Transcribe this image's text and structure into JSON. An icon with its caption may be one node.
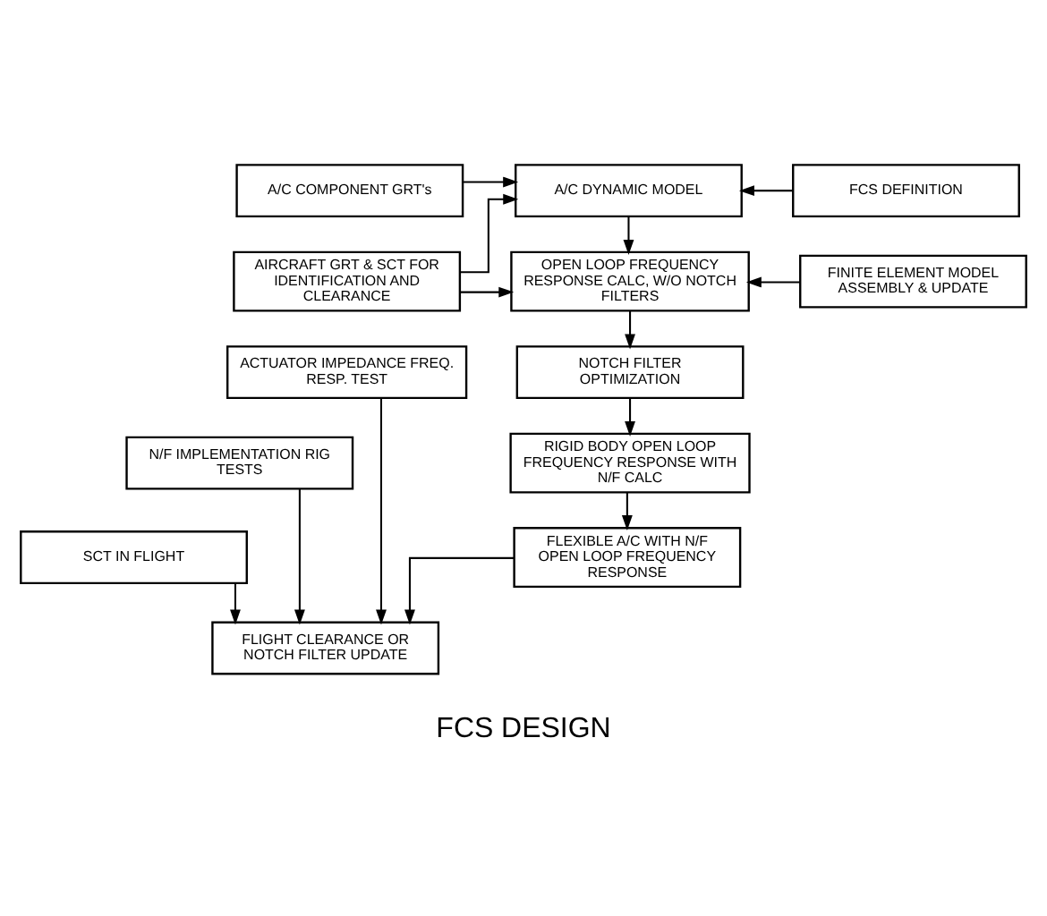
{
  "diagram": {
    "caption": "FCS DESIGN",
    "nodes": [
      {
        "text": [
          "A/C COMPONENT GRT's"
        ]
      },
      {
        "text": [
          "A/C DYNAMIC MODEL"
        ]
      },
      {
        "text": [
          "FCS DEFINITION"
        ]
      },
      {
        "text": [
          "AIRCRAFT GRT & SCT FOR IDENTIFICATION AND CLEARANCE"
        ]
      },
      {
        "text": [
          "OPEN LOOP FREQUENCY RESPONSE CALC, W/O NOTCH FILTERS"
        ]
      },
      {
        "text": [
          "FINITE ELEMENT MODEL ASSEMBLY & UPDATE"
        ]
      },
      {
        "text": [
          "ACTUATOR IMPEDANCE FREQ. RESP. TEST"
        ]
      },
      {
        "text": [
          "NOTCH FILTER OPTIMIZATION"
        ]
      },
      {
        "text": [
          "N/F IMPLEMENTATION RIG TESTS"
        ]
      },
      {
        "text": [
          "RIGID BODY OPEN LOOP FREQUENCY RESPONSE WITH N/F CALC"
        ]
      },
      {
        "text": [
          "SCT IN FLIGHT"
        ]
      },
      {
        "text": [
          "FLEXIBLE A/C WITH N/F OPEN LOOP FREQUENCY RESPONSE"
        ]
      },
      {
        "text": [
          "FLIGHT CLEARANCE OR NOTCH FILTER UPDATE"
        ]
      }
    ],
    "edges": [
      {
        "from": 0,
        "to": 1,
        "arrow": "to"
      },
      {
        "from": 3,
        "to": 1,
        "arrow": "to"
      },
      {
        "from": 2,
        "to": 1,
        "arrow": "to"
      },
      {
        "from": 1,
        "to": 4,
        "arrow": "to"
      },
      {
        "from": 3,
        "to": 4,
        "arrow": "to"
      },
      {
        "from": 5,
        "to": 4,
        "arrow": "to"
      },
      {
        "from": 4,
        "to": 7,
        "arrow": "to"
      },
      {
        "from": 7,
        "to": 9,
        "arrow": "to"
      },
      {
        "from": 9,
        "to": 11,
        "arrow": "to"
      },
      {
        "from": 11,
        "to": 12,
        "arrow": "to"
      },
      {
        "from": 6,
        "to": 12,
        "arrow": "to"
      },
      {
        "from": 8,
        "to": 12,
        "arrow": "to"
      },
      {
        "from": 10,
        "to": 12,
        "arrow": "to"
      }
    ]
  }
}
